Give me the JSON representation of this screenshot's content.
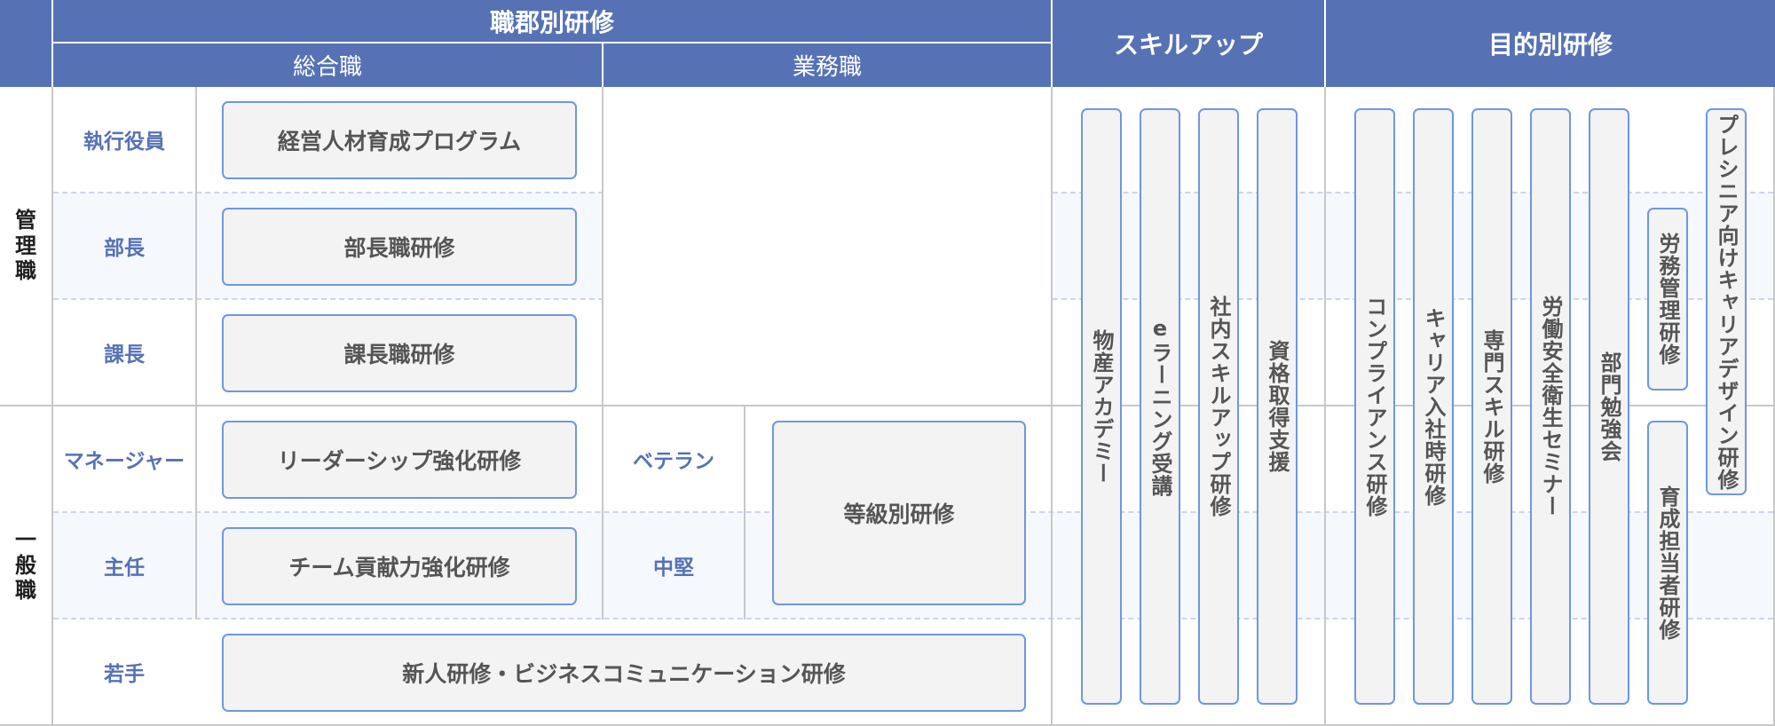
{
  "header": {
    "shokugun": "職郡別研修",
    "sogoshoku": "総合職",
    "gyomushoku": "業務職",
    "skillup": "スキルアップ",
    "mokuteki": "目的別研修"
  },
  "side_labels": {
    "kanrishoku": [
      "管",
      "理",
      "職"
    ],
    "ippanshoku": [
      "一",
      "般",
      "職"
    ]
  },
  "ranks": {
    "shikko": "執行役員",
    "bucho": "部長",
    "kacho": "課長",
    "manager": "マネージャー",
    "shunin": "主任",
    "wakate": "若手"
  },
  "gyomu_ranks": {
    "veteran": "ベテラン",
    "chuken": "中堅"
  },
  "programs": {
    "keiei": "経営人材育成プログラム",
    "bucho": "部長職研修",
    "kacho": "課長職研修",
    "leader": "リーダーシップ強化研修",
    "team": "チーム貢献力強化研修",
    "shinjin": "新人研修・ビジネスコミュニケーション研修",
    "tokyu": "等級別研修"
  },
  "skillup_items": {
    "bussan": "物産アカデミー",
    "elearning": "eラーニング受講",
    "shanai": "社内スキルアップ研修",
    "shikaku": "資格取得支援"
  },
  "mokuteki_items": {
    "compliance": "コンプライアンス研修",
    "career_entry": "キャリア入社時研修",
    "senmon": "専門スキル研修",
    "rodo_anzen": "労働安全衛生セミナー",
    "bumon": "部門勉強会",
    "romu": "労務管理研修",
    "ikusei": "育成担当者研修",
    "presenior": "プレシニア向けキャリアデザイン研修"
  },
  "colors": {
    "header_bg": "#5672b5",
    "accent_text": "#5672b5",
    "box_border": "#6f97e2",
    "box_fill": "#f3f3f3",
    "grid_line": "#c8c8c8",
    "dashed_line": "#cdd6e6"
  }
}
